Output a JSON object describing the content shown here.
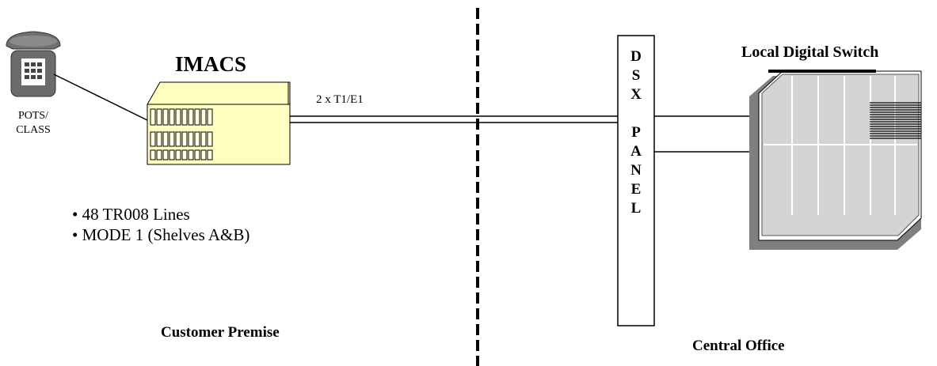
{
  "titles": {
    "imacs": "IMACS",
    "local_digital_switch": "Local Digital Switch"
  },
  "labels": {
    "pots_class": [
      "POTS/",
      "CLASS"
    ],
    "link": "2 x T1/E1",
    "customer_premise": "Customer Premise",
    "central_office": "Central Office"
  },
  "imacs_notes": [
    "48 TR008 Lines",
    "MODE 1 (Shelves A&B)"
  ],
  "dsx_panel_letters": [
    "D",
    "S",
    "X",
    "",
    "P",
    "A",
    "N",
    "E",
    "L"
  ],
  "colors": {
    "imacs_fill": "#ffffc0",
    "switch_fill": "#d4d4d4",
    "switch_shadow": "#7f7f7f",
    "phone": "#6b6b6b",
    "line": "#000000"
  },
  "icons": {
    "phone": "telephone-icon",
    "imacs": "imacs-chassis-icon",
    "switch": "digital-switch-icon"
  }
}
